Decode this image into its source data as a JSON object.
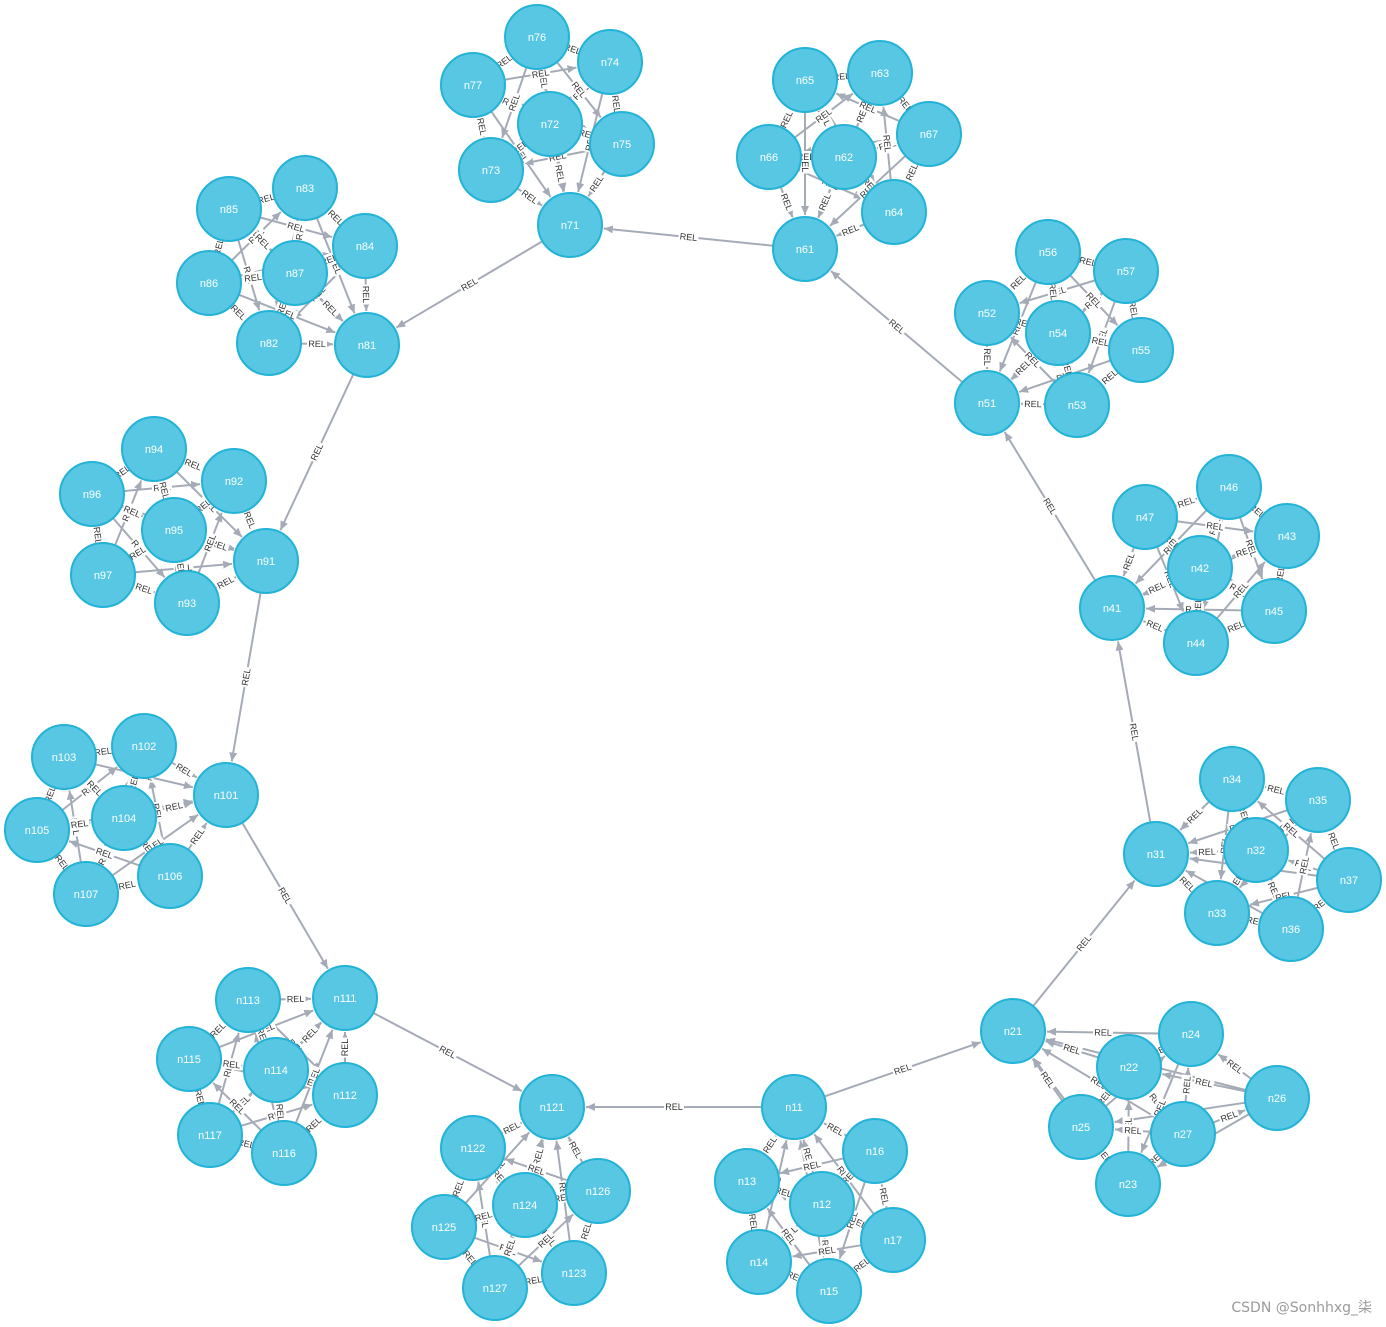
{
  "graph": {
    "rel_type": "REL",
    "colors": {
      "node_fill": "#57c7e3",
      "node_stroke": "#23b3d7",
      "edge": "#a5abb6",
      "edge_label": "#333333"
    },
    "nodes": [
      "n11",
      "n12",
      "n13",
      "n14",
      "n15",
      "n16",
      "n17",
      "n21",
      "n22",
      "n23",
      "n24",
      "n25",
      "n26",
      "n27",
      "n31",
      "n32",
      "n33",
      "n34",
      "n35",
      "n36",
      "n37",
      "n41",
      "n42",
      "n43",
      "n44",
      "n45",
      "n46",
      "n47",
      "n51",
      "n52",
      "n53",
      "n54",
      "n55",
      "n56",
      "n57",
      "n61",
      "n62",
      "n63",
      "n64",
      "n65",
      "n66",
      "n67",
      "n71",
      "n72",
      "n73",
      "n74",
      "n75",
      "n76",
      "n77",
      "n81",
      "n82",
      "n83",
      "n84",
      "n85",
      "n86",
      "n87",
      "n91",
      "n92",
      "n93",
      "n94",
      "n95",
      "n96",
      "n97",
      "n101",
      "n102",
      "n103",
      "n104",
      "n105",
      "n106",
      "n107",
      "n111",
      "n112",
      "n113",
      "n114",
      "n115",
      "n116",
      "n117",
      "n121",
      "n122",
      "n123",
      "n124",
      "n125",
      "n126",
      "n127"
    ],
    "hub_edges": [
      [
        "n11",
        "n21"
      ],
      [
        "n21",
        "n31"
      ],
      [
        "n31",
        "n41"
      ],
      [
        "n41",
        "n51"
      ],
      [
        "n51",
        "n61"
      ],
      [
        "n61",
        "n71"
      ],
      [
        "n71",
        "n81"
      ],
      [
        "n81",
        "n91"
      ],
      [
        "n91",
        "n101"
      ],
      [
        "n101",
        "n111"
      ],
      [
        "n111",
        "n121"
      ],
      [
        "n11",
        "n121"
      ]
    ],
    "cluster_pattern": "every node in a cluster links to the other nodes of its cluster"
  },
  "watermark": "CSDN @Sonhhxg_柒"
}
